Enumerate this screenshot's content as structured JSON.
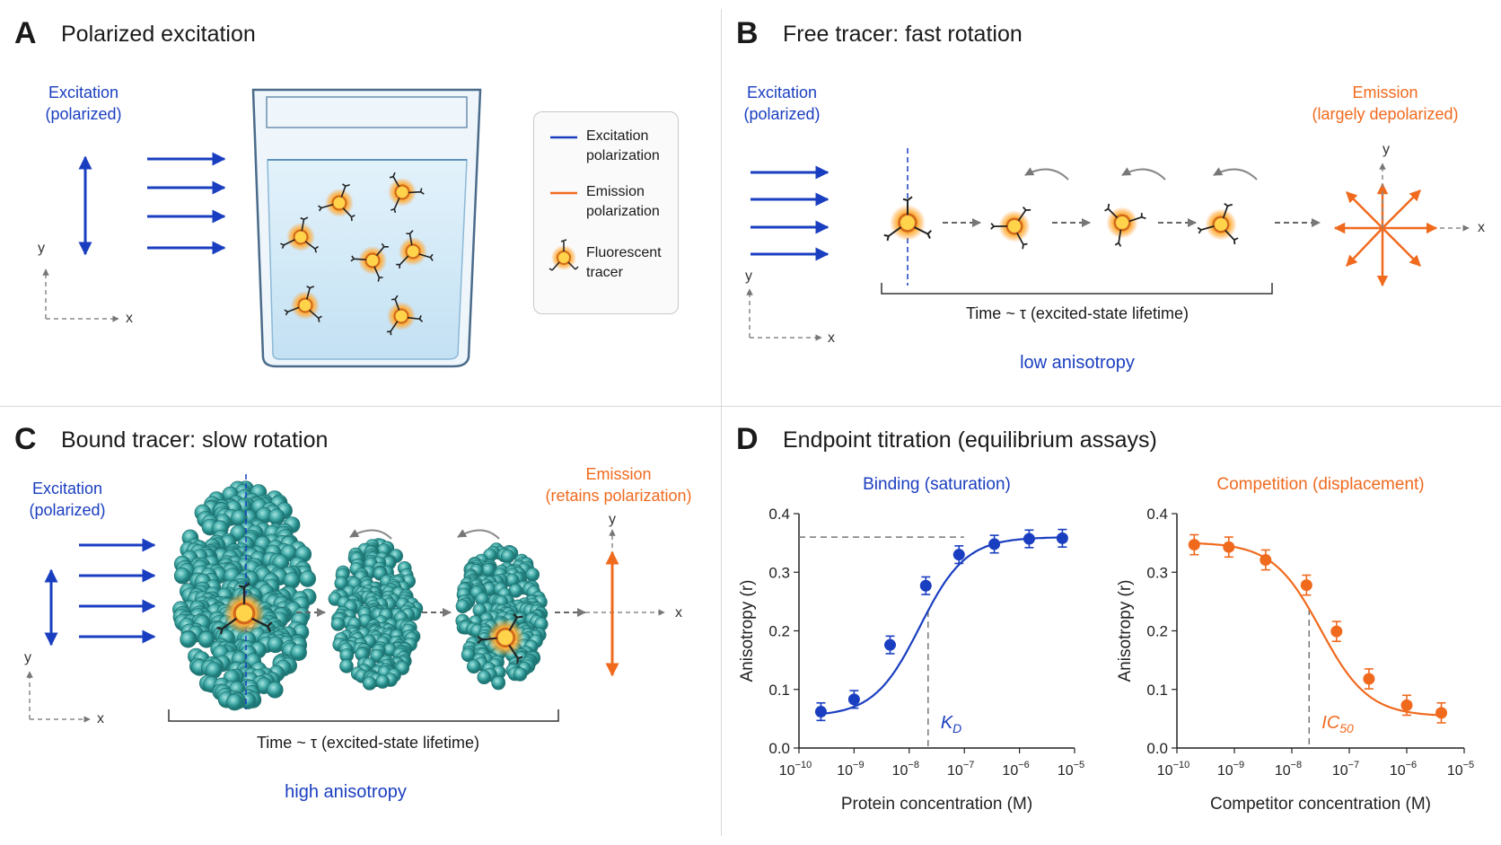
{
  "panelA": {
    "letter": "A",
    "title": "Polarized excitation",
    "excitation": [
      "Excitation",
      "(polarized)"
    ],
    "axis_y": "y",
    "axis_x": "x",
    "legend": {
      "excitation": [
        "Excitation",
        "polarization"
      ],
      "emission": [
        "Emission",
        "polarization"
      ],
      "tracer": [
        "Fluorescent",
        "tracer"
      ]
    }
  },
  "panelB": {
    "letter": "B",
    "title": "Free tracer: fast rotation",
    "excitation": [
      "Excitation",
      "(polarized)"
    ],
    "emission": [
      "Emission",
      "(largely depolarized)"
    ],
    "axis_y": "y",
    "axis_x": "x",
    "time": "Time ~ τ (excited-state lifetime)",
    "result": "low anisotropy"
  },
  "panelC": {
    "letter": "C",
    "title": "Bound tracer: slow rotation",
    "excitation": [
      "Excitation",
      "(polarized)"
    ],
    "emission": [
      "Emission",
      "(retains polarization)"
    ],
    "axis_y": "y",
    "axis_x": "x",
    "time": "Time ~ τ (excited-state lifetime)",
    "result": "high anisotropy"
  },
  "panelD": {
    "letter": "D",
    "title": "Endpoint titration (equilibrium assays)"
  },
  "colors": {
    "blue": "#1a3ec0",
    "orange": "#f06a1e",
    "teal": "#3aa6a6"
  },
  "chart_data": [
    {
      "type": "line",
      "title": "Binding (saturation)",
      "xlabel": "Protein concentration (M)",
      "ylabel": "Anisotropy (r)",
      "xscale": "log",
      "xlim": [
        1e-10,
        1e-05
      ],
      "ylim": [
        0.0,
        0.4
      ],
      "yticks": [
        "0.0",
        "0.1",
        "0.2",
        "0.3",
        "0.4"
      ],
      "xticks": [
        "-10",
        "-9",
        "-8",
        "-7",
        "-6",
        "-5"
      ],
      "annotation": "K",
      "annotation_sub": "D",
      "annotation_x": 2.2e-08,
      "series": [
        {
          "color": "#1a3ec0",
          "x": [
            2.5e-10,
            1e-09,
            4.5e-09,
            2e-08,
            8e-08,
            3.5e-07,
            1.5e-06,
            6e-06
          ],
          "y": [
            0.062,
            0.083,
            0.176,
            0.277,
            0.33,
            0.348,
            0.357,
            0.358
          ],
          "err": [
            0.015,
            0.015,
            0.015,
            0.015,
            0.015,
            0.015,
            0.015,
            0.015
          ]
        }
      ]
    },
    {
      "type": "line",
      "title": "Competition (displacement)",
      "xlabel": "Competitor concentration (M)",
      "ylabel": "Anisotropy (r)",
      "xscale": "log",
      "xlim": [
        1e-10,
        1e-05
      ],
      "ylim": [
        0.0,
        0.4
      ],
      "yticks": [
        "0.0",
        "0.1",
        "0.2",
        "0.3",
        "0.4"
      ],
      "xticks": [
        "-10",
        "-9",
        "-8",
        "-7",
        "-6",
        "-5"
      ],
      "annotation": "IC",
      "annotation_sub": "50",
      "annotation_x": 2e-08,
      "series": [
        {
          "color": "#f06a1e",
          "x": [
            2e-10,
            8e-10,
            3.5e-09,
            1.8e-08,
            6e-08,
            2.2e-07,
            1e-06,
            4e-06
          ],
          "y": [
            0.347,
            0.343,
            0.321,
            0.278,
            0.199,
            0.118,
            0.073,
            0.06
          ],
          "err": [
            0.017,
            0.017,
            0.017,
            0.017,
            0.017,
            0.017,
            0.017,
            0.017
          ]
        }
      ]
    }
  ]
}
